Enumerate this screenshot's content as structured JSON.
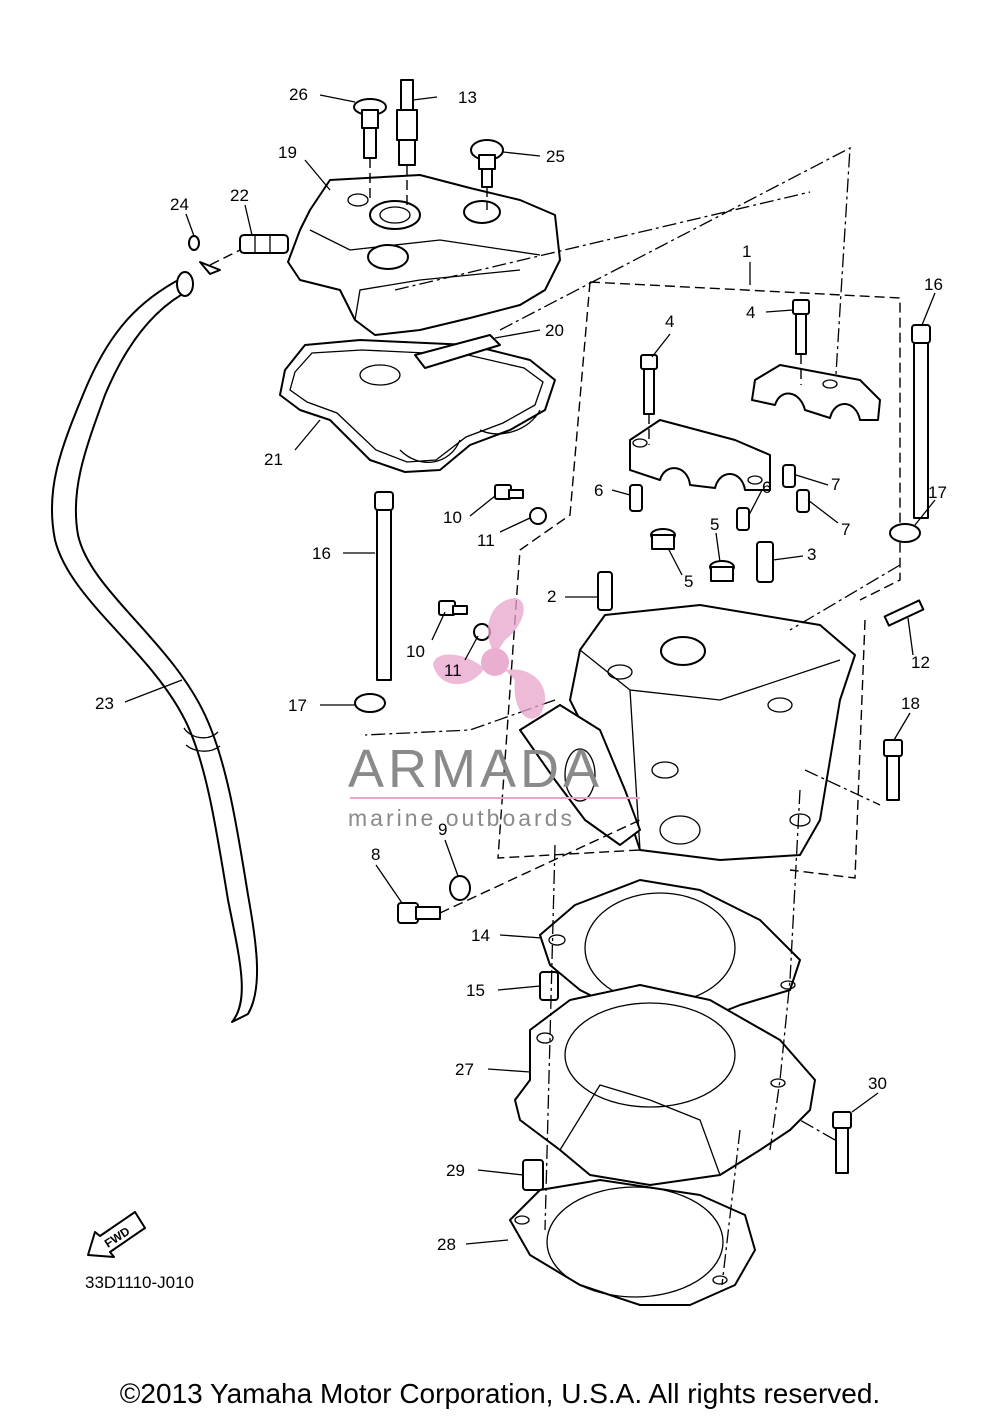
{
  "diagram": {
    "callouts": {
      "c1": "1",
      "c2": "2",
      "c3": "3",
      "c4a": "4",
      "c4b": "4",
      "c5a": "5",
      "c5b": "5",
      "c6a": "6",
      "c6b": "6",
      "c7a": "7",
      "c7b": "7",
      "c8": "8",
      "c9": "9",
      "c10a": "10",
      "c10b": "10",
      "c11a": "11",
      "c11b": "11",
      "c12": "12",
      "c13": "13",
      "c14": "14",
      "c15": "15",
      "c16a": "16",
      "c16b": "16",
      "c17a": "17",
      "c17b": "17",
      "c18": "18",
      "c19": "19",
      "c20": "20",
      "c21": "21",
      "c22": "22",
      "c23": "23",
      "c24": "24",
      "c25": "25",
      "c26": "26",
      "c27": "27",
      "c28": "28",
      "c29": "29",
      "c30": "30"
    },
    "fwd_label": "FWD",
    "diagram_code": "33D1110-J010",
    "watermark": {
      "brand": "ARMADA",
      "tagline": "marine outboards",
      "accent_color": "#e8a6cc",
      "text_color": "#8a8a8a"
    },
    "copyright": "©2013 Yamaha Motor Corporation, U.S.A. All rights reserved."
  }
}
